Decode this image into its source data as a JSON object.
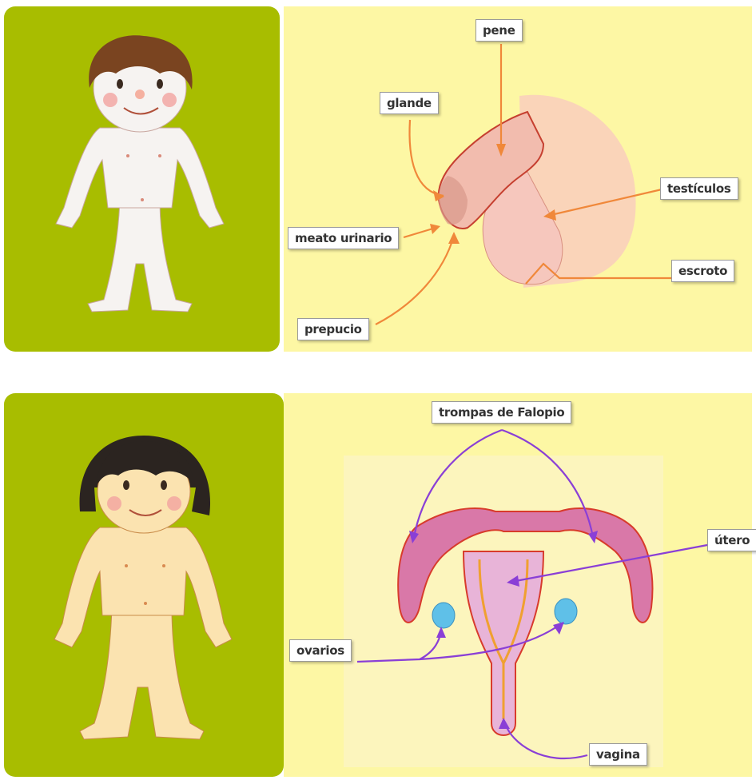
{
  "male": {
    "labels": {
      "pene": "pene",
      "glande": "glande",
      "testiculos": "testículos",
      "meato": "meato urinario",
      "escroto": "escroto",
      "prepucio": "prepucio"
    }
  },
  "female": {
    "labels": {
      "trompas": "trompas de Falopio",
      "utero": "útero",
      "ovarios": "ovarios",
      "vagina": "vagina"
    }
  },
  "colors": {
    "green_panel": "#a8bd00",
    "yellow_panel": "#fdf7a4",
    "male_arrow": "#f0883a",
    "female_arrow": "#8a3fd6"
  }
}
